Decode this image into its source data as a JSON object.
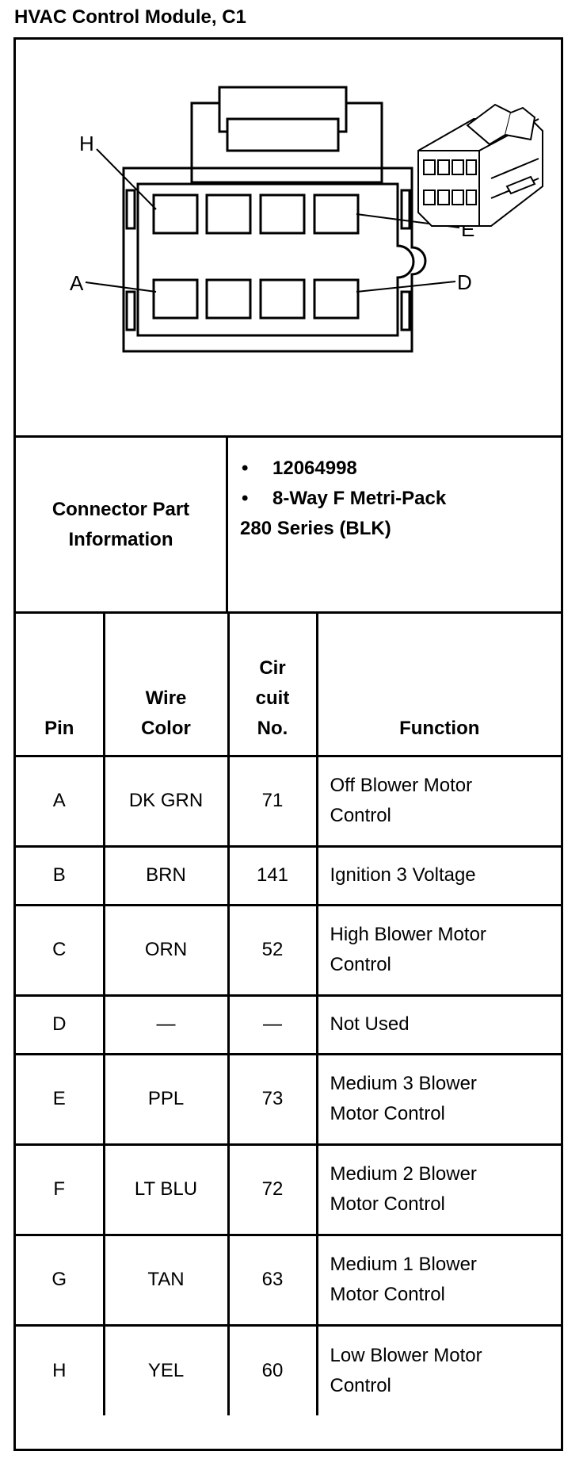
{
  "title": "HVAC Control Module, C1",
  "diagram": {
    "pin_labels": {
      "h": "H",
      "e": "E",
      "a": "A",
      "d": "D"
    }
  },
  "connector_info": {
    "label": "Connector Part Information",
    "bullets": [
      "12064998",
      "8-Way F Metri-Pack"
    ],
    "continuation": "280 Series (BLK)"
  },
  "table": {
    "headers": {
      "pin": "Pin",
      "wire_color": [
        "Wire",
        "Color"
      ],
      "circuit_no": [
        "Cir",
        "cuit",
        "No."
      ],
      "function": "Function"
    },
    "rows": [
      {
        "pin": "A",
        "color": "DK GRN",
        "circuit": "71",
        "function": [
          "Off Blower Motor",
          "Control"
        ]
      },
      {
        "pin": "B",
        "color": "BRN",
        "circuit": "141",
        "function": [
          "Ignition 3 Voltage"
        ]
      },
      {
        "pin": "C",
        "color": "ORN",
        "circuit": "52",
        "function": [
          "High Blower Motor",
          "Control"
        ]
      },
      {
        "pin": "D",
        "color": "—",
        "circuit": "—",
        "function": [
          "Not Used"
        ]
      },
      {
        "pin": "E",
        "color": "PPL",
        "circuit": "73",
        "function": [
          "Medium 3 Blower",
          "Motor Control"
        ]
      },
      {
        "pin": "F",
        "color": "LT BLU",
        "circuit": "72",
        "function": [
          "Medium 2 Blower",
          "Motor Control"
        ]
      },
      {
        "pin": "G",
        "color": "TAN",
        "circuit": "63",
        "function": [
          "Medium 1 Blower",
          "Motor Control"
        ]
      },
      {
        "pin": "H",
        "color": "YEL",
        "circuit": "60",
        "function": [
          "Low Blower Motor",
          "Control"
        ]
      }
    ]
  }
}
